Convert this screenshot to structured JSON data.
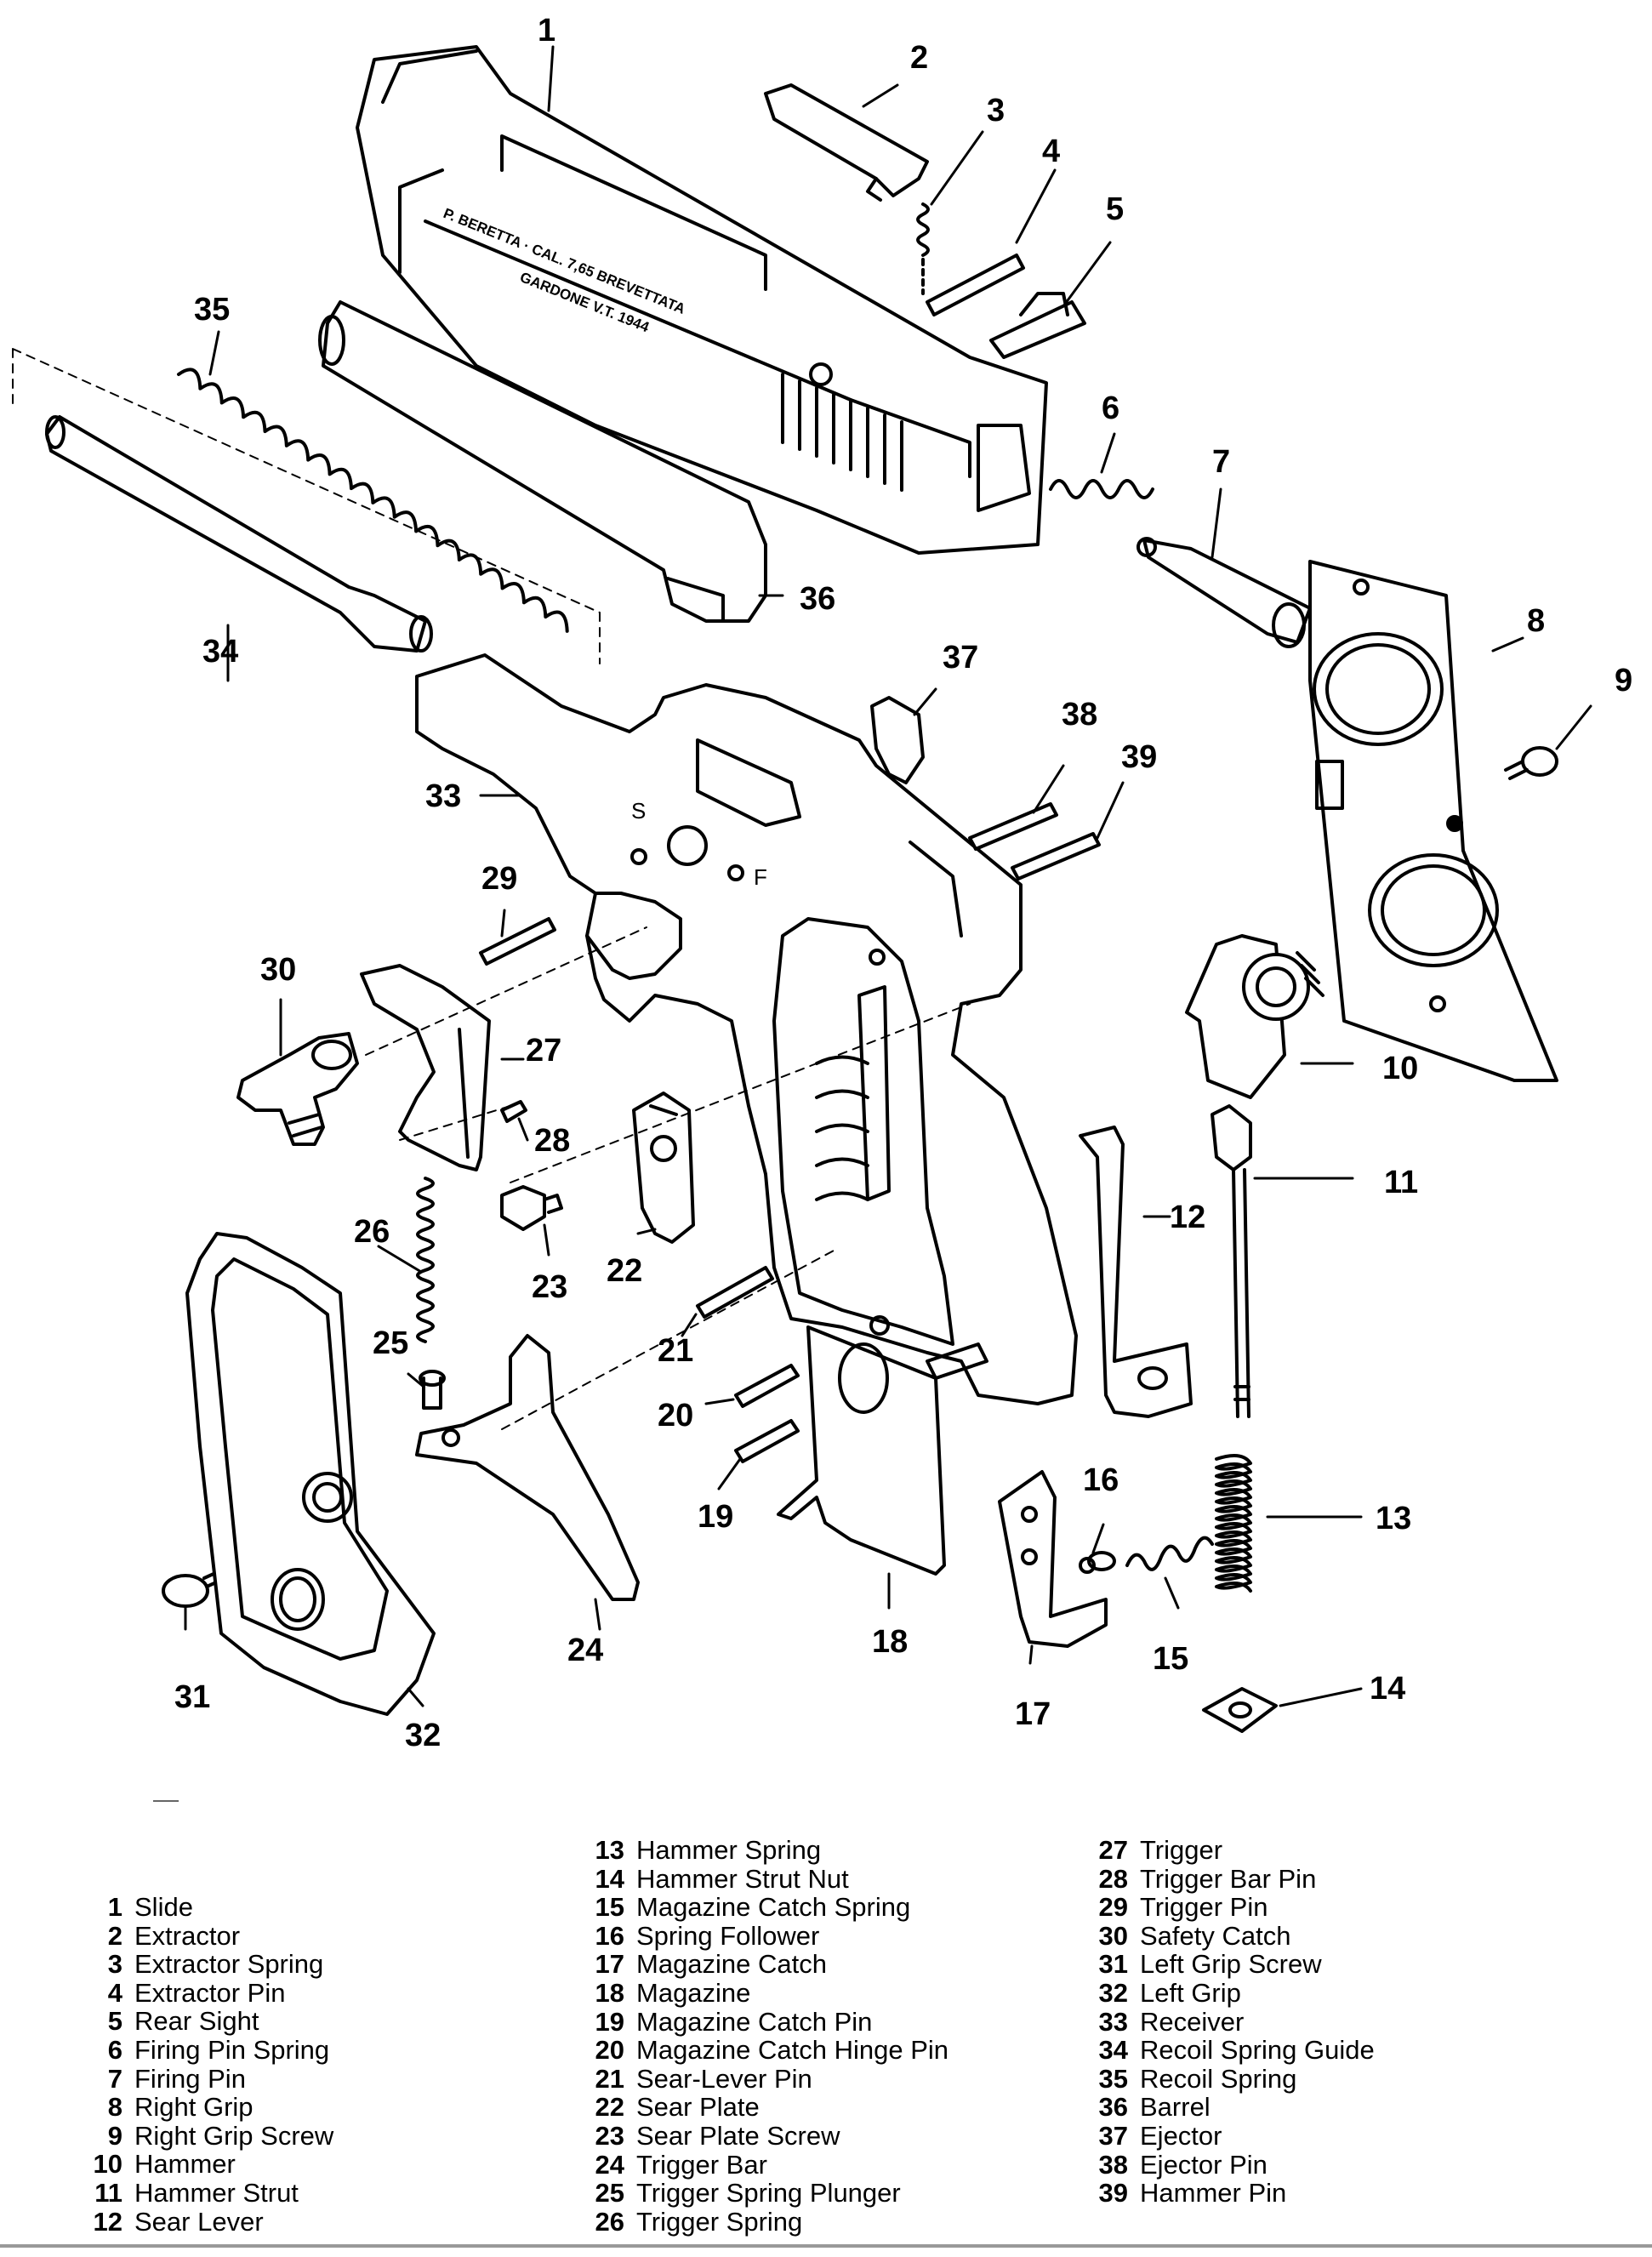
{
  "slide_engraving": {
    "line1": "P. BERETTA · CAL. 7,65  BREVETTATA",
    "line2": "GARDONE V.T. 1944"
  },
  "receiver_marks": {
    "safe": "S",
    "fire": "F"
  },
  "callouts": [
    "1",
    "2",
    "3",
    "4",
    "5",
    "6",
    "7",
    "8",
    "9",
    "10",
    "11",
    "12",
    "13",
    "14",
    "15",
    "16",
    "17",
    "18",
    "19",
    "20",
    "21",
    "22",
    "23",
    "24",
    "25",
    "26",
    "27",
    "28",
    "29",
    "30",
    "31",
    "32",
    "33",
    "34",
    "35",
    "36",
    "37",
    "38",
    "39"
  ],
  "legend": {
    "col1": [
      {
        "num": "1",
        "label": "Slide"
      },
      {
        "num": "2",
        "label": "Extractor"
      },
      {
        "num": "3",
        "label": "Extractor Spring"
      },
      {
        "num": "4",
        "label": "Extractor Pin"
      },
      {
        "num": "5",
        "label": "Rear Sight"
      },
      {
        "num": "6",
        "label": "Firing Pin Spring"
      },
      {
        "num": "7",
        "label": "Firing Pin"
      },
      {
        "num": "8",
        "label": "Right Grip"
      },
      {
        "num": "9",
        "label": "Right Grip Screw"
      },
      {
        "num": "10",
        "label": "Hammer"
      },
      {
        "num": "11",
        "label": "Hammer Strut"
      },
      {
        "num": "12",
        "label": "Sear Lever"
      }
    ],
    "col2": [
      {
        "num": "13",
        "label": "Hammer Spring"
      },
      {
        "num": "14",
        "label": "Hammer Strut Nut"
      },
      {
        "num": "15",
        "label": "Magazine Catch Spring"
      },
      {
        "num": "16",
        "label": "Spring Follower"
      },
      {
        "num": "17",
        "label": "Magazine Catch"
      },
      {
        "num": "18",
        "label": "Magazine"
      },
      {
        "num": "19",
        "label": "Magazine Catch Pin"
      },
      {
        "num": "20",
        "label": "Magazine Catch Hinge Pin"
      },
      {
        "num": "21",
        "label": "Sear-Lever Pin"
      },
      {
        "num": "22",
        "label": "Sear Plate"
      },
      {
        "num": "23",
        "label": "Sear Plate Screw"
      },
      {
        "num": "24",
        "label": "Trigger Bar"
      },
      {
        "num": "25",
        "label": "Trigger Spring Plunger"
      },
      {
        "num": "26",
        "label": "Trigger Spring"
      }
    ],
    "col3": [
      {
        "num": "27",
        "label": "Trigger"
      },
      {
        "num": "28",
        "label": "Trigger Bar Pin"
      },
      {
        "num": "29",
        "label": "Trigger Pin"
      },
      {
        "num": "30",
        "label": "Safety Catch"
      },
      {
        "num": "31",
        "label": "Left Grip Screw"
      },
      {
        "num": "32",
        "label": "Left Grip"
      },
      {
        "num": "33",
        "label": "Receiver"
      },
      {
        "num": "34",
        "label": "Recoil Spring Guide"
      },
      {
        "num": "35",
        "label": "Recoil Spring"
      },
      {
        "num": "36",
        "label": "Barrel"
      },
      {
        "num": "37",
        "label": "Ejector"
      },
      {
        "num": "38",
        "label": "Ejector Pin"
      },
      {
        "num": "39",
        "label": "Hammer Pin"
      }
    ]
  }
}
